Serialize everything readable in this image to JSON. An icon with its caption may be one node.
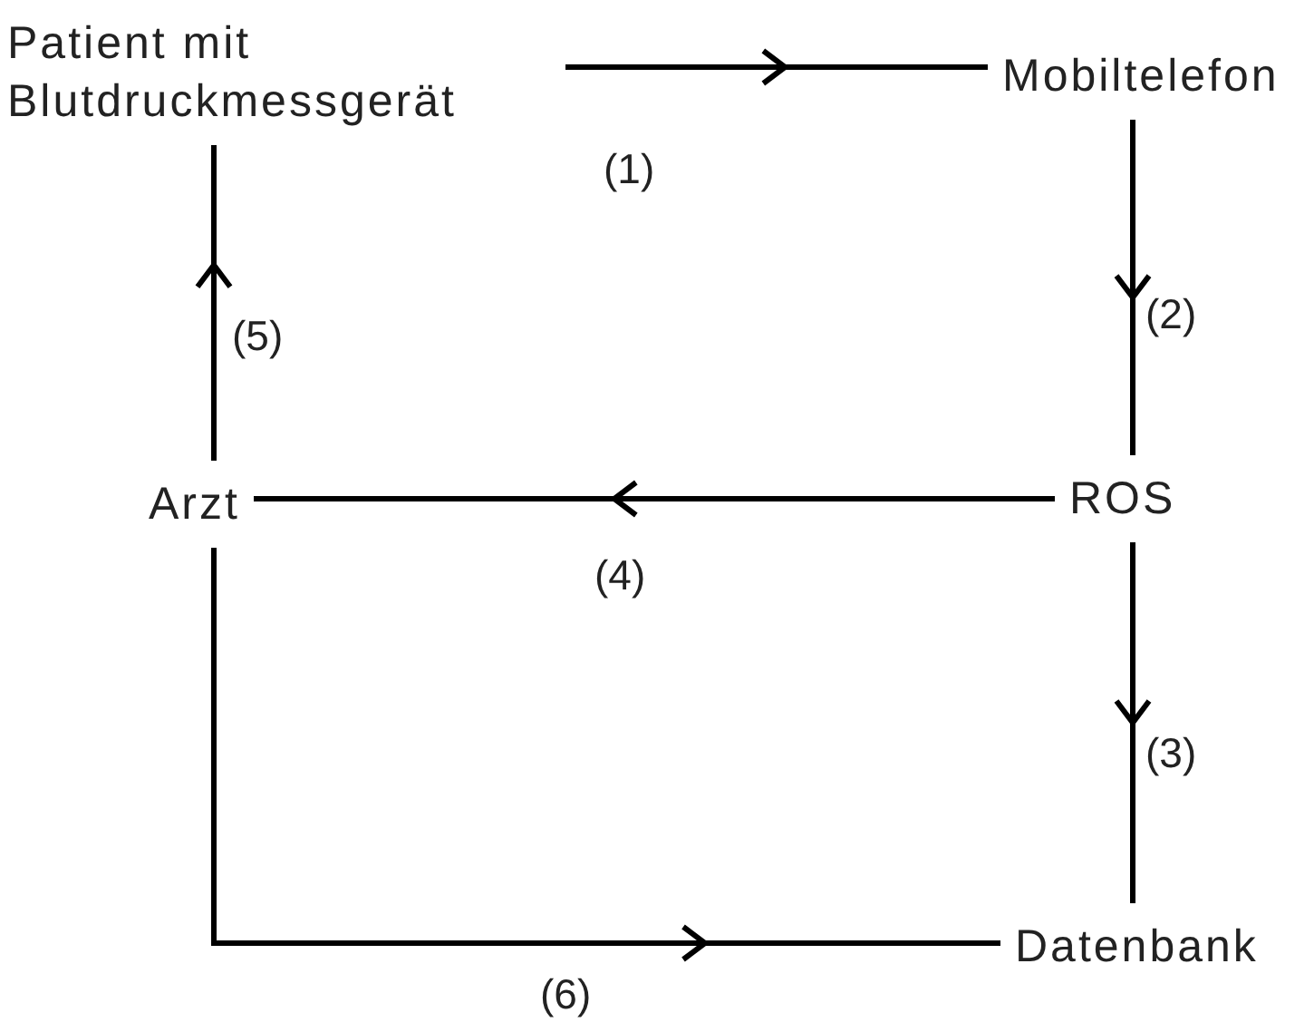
{
  "diagram": {
    "nodes": [
      {
        "text": [
          "Patient mit Blutdruckmessgerät"
        ]
      },
      {
        "text": [
          "Mobiltelefon"
        ]
      },
      {
        "text": [
          "ROS"
        ]
      },
      {
        "text": [
          "Arzt"
        ]
      },
      {
        "text": [
          "Datenbank"
        ]
      }
    ],
    "edges": [
      {
        "from": 0,
        "to": 1,
        "arrow": "to",
        "label": "(1)"
      },
      {
        "from": 1,
        "to": 2,
        "arrow": "to",
        "label": "(2)"
      },
      {
        "from": 2,
        "to": 4,
        "arrow": "to",
        "label": "(3)"
      },
      {
        "from": 2,
        "to": 3,
        "arrow": "to",
        "label": "(4)"
      },
      {
        "from": 3,
        "to": 0,
        "arrow": "to",
        "label": "(5)"
      },
      {
        "from": 3,
        "to": 4,
        "arrow": "to",
        "label": "(6)"
      }
    ]
  }
}
